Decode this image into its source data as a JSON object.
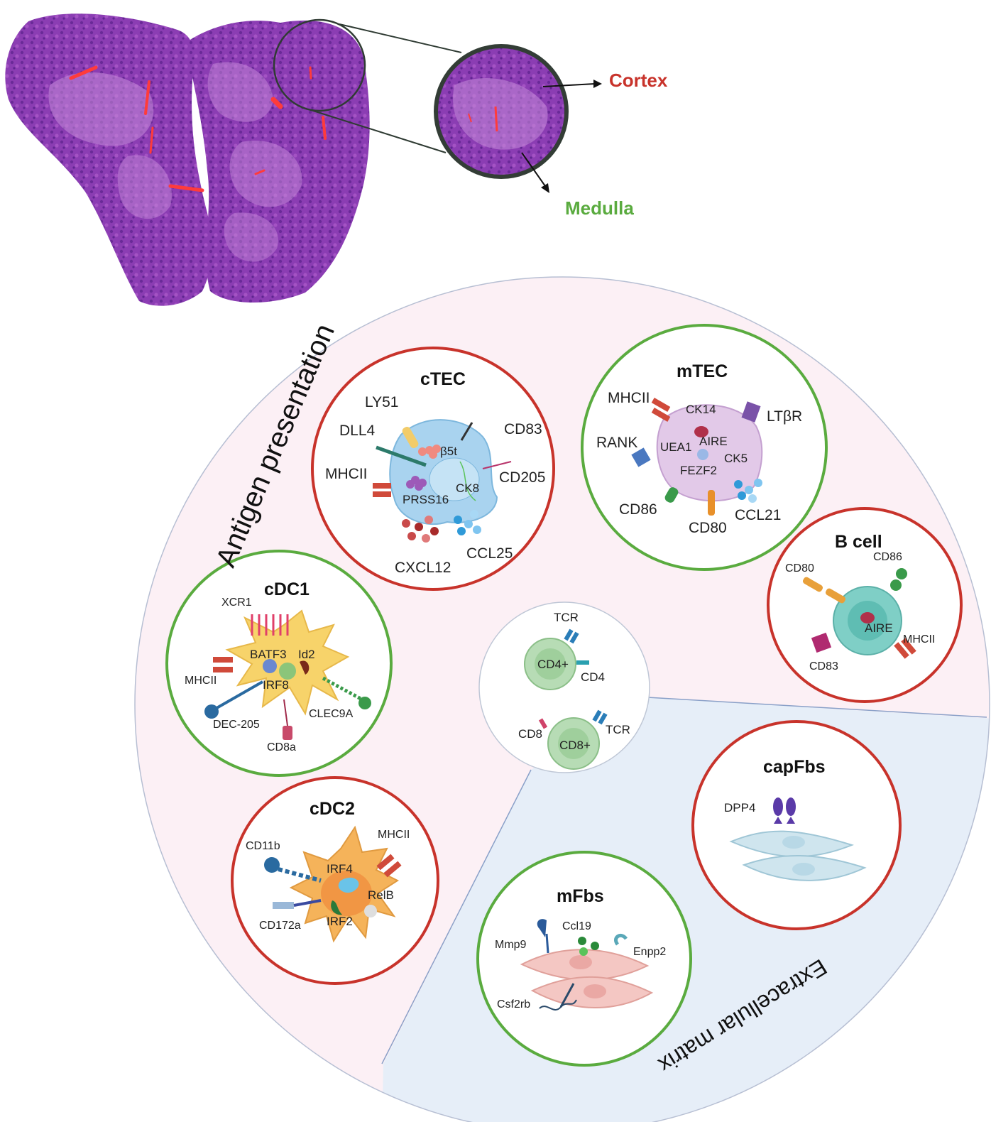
{
  "histology": {
    "cortex_label": "Cortex",
    "medulla_label": "Medulla"
  },
  "sections": {
    "antigen_presentation": "Antigen presentation",
    "extracellular_matrix": "Extracellular matrix"
  },
  "colors": {
    "cortex": "#c8332b",
    "medulla": "#5aab3f",
    "tissue": "#8a3fb0",
    "antigen_bg": "#fbeef4",
    "ecm_bg": "#e6eef8"
  },
  "cells": {
    "ctec": {
      "title": "cTEC",
      "markers": [
        "LY51",
        "DLL4",
        "β5t",
        "CD83",
        "MHCII",
        "CD205",
        "PRSS16",
        "CK8",
        "CXCL12",
        "CCL25"
      ]
    },
    "mtec": {
      "title": "mTEC",
      "markers": [
        "MHCII",
        "CK14",
        "LTβR",
        "RANK",
        "UEA1",
        "AIRE",
        "CK5",
        "FEZF2",
        "CD86",
        "CD80",
        "CCL21"
      ]
    },
    "bcell": {
      "title": "B cell",
      "markers": [
        "CD80",
        "CD86",
        "AIRE",
        "MHCII",
        "CD83"
      ]
    },
    "cdc1": {
      "title": "cDC1",
      "markers": [
        "XCR1",
        "BATF3",
        "Id2",
        "MHCII",
        "IRF8",
        "DEC-205",
        "CLEC9A",
        "CD8a"
      ]
    },
    "cdc2": {
      "title": "cDC2",
      "markers": [
        "CD11b",
        "MHCII",
        "IRF4",
        "RelB",
        "CD172a",
        "IRF2"
      ]
    },
    "tcells": {
      "cd4_cell": "CD4+",
      "cd8_cell": "CD8+",
      "tcr_top": "TCR",
      "cd4": "CD4",
      "cd8": "CD8",
      "tcr_bottom": "TCR"
    },
    "capfbs": {
      "title": "capFbs",
      "markers": [
        "DPP4"
      ]
    },
    "mfbs": {
      "title": "mFbs",
      "markers": [
        "Mmp9",
        "Ccl19",
        "Enpp2",
        "Csf2rb"
      ]
    }
  }
}
